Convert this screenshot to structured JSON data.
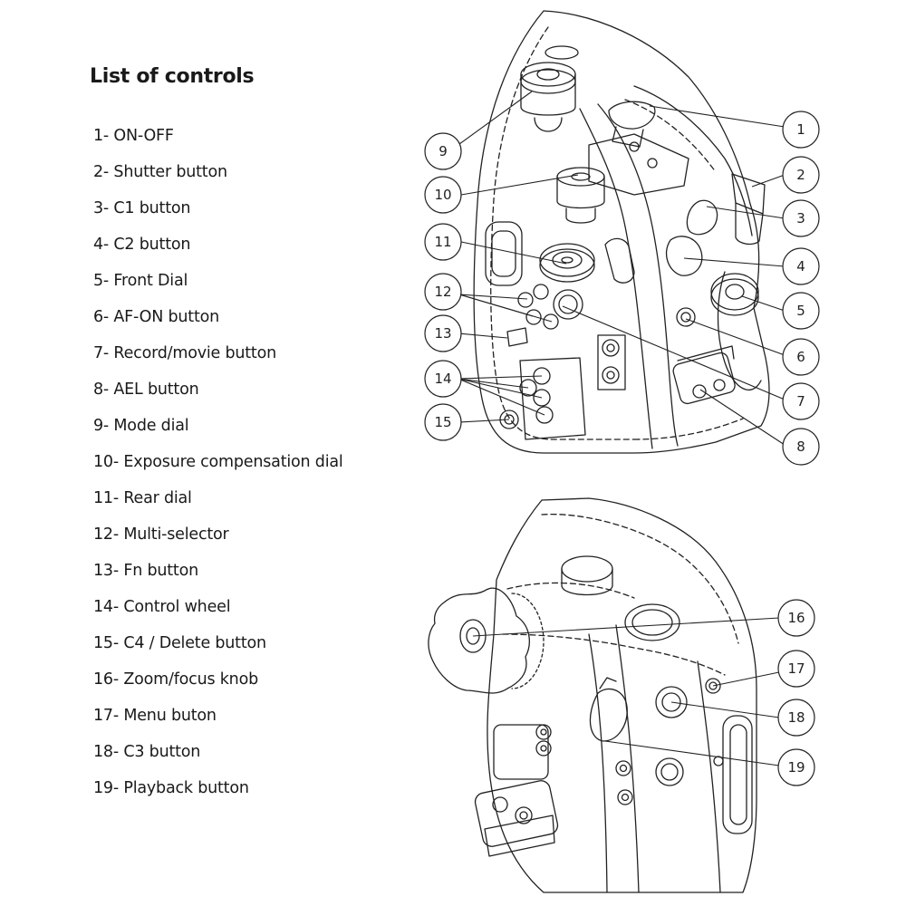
{
  "title": "List of controls",
  "controls": [
    "1- ON-OFF",
    "2- Shutter button",
    "3- C1 button",
    "4- C2 button",
    "5- Front Dial",
    "6- AF-ON button",
    "7- Record/movie button",
    "8- AEL button",
    "9- Mode dial",
    "10- Exposure compensation dial",
    "11- Rear dial",
    "12- Multi-selector",
    "13- Fn button",
    "14- Control wheel",
    "15- C4 / Delete button",
    "16- Zoom/focus knob",
    "17- Menu buton",
    "18- C3 button",
    "19- Playback button"
  ],
  "callouts": [
    "1",
    "2",
    "3",
    "4",
    "5",
    "6",
    "7",
    "8",
    "9",
    "10",
    "11",
    "12",
    "13",
    "14",
    "15",
    "16",
    "17",
    "18",
    "19"
  ]
}
